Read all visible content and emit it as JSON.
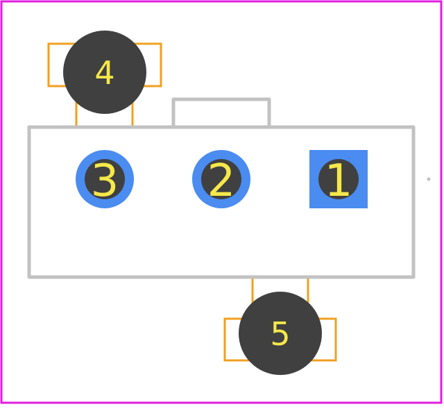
{
  "footprint": {
    "pads": [
      {
        "id": "pad-1",
        "label": "1",
        "shape": "square",
        "kind": "through-hole"
      },
      {
        "id": "pad-2",
        "label": "2",
        "shape": "round",
        "kind": "through-hole"
      },
      {
        "id": "pad-3",
        "label": "3",
        "shape": "round",
        "kind": "through-hole"
      },
      {
        "id": "pad-4",
        "label": "4",
        "shape": "round",
        "kind": "mounting"
      },
      {
        "id": "pad-5",
        "label": "5",
        "shape": "round",
        "kind": "mounting"
      }
    ],
    "colors": {
      "board_outline": "#e01ee0",
      "silkscreen": "#c2c2c2",
      "courtyard": "#f0a020",
      "copper_pad": "#4a8cf0",
      "drill": "#404040",
      "pad_label": "#f5e84a",
      "background": "#ffffff"
    }
  }
}
